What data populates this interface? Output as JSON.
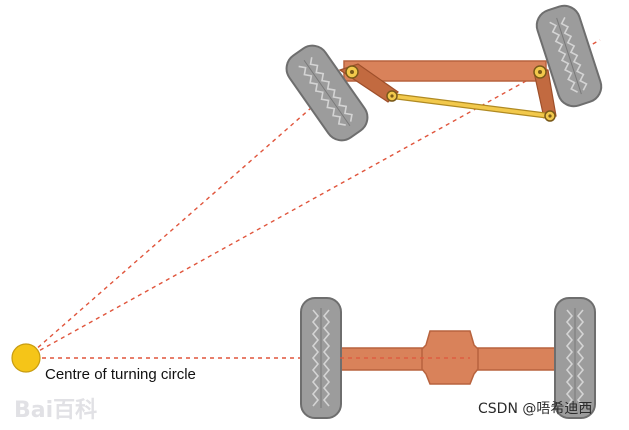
{
  "diagram": {
    "label_turning_centre": "Centre of turning circle",
    "watermark_left": "Bai百科",
    "watermark_right": "CSDN @唔希迪西"
  },
  "colors": {
    "background": "#ffffff",
    "tyre": "#9c9c9c",
    "tyre_dark": "#6e6e6e",
    "tyre_tread": "#cfcfcf",
    "axle": "#d9825a",
    "axle_dark": "#b8633e",
    "tie_rod": "#f2c94c",
    "tie_rod_dark": "#b08a22",
    "centre_point": "#f5c518",
    "guide_line": "#e0553c",
    "text": "#111111"
  },
  "icons": [
    "wheel-icon",
    "pivot-icon",
    "turning-centre-icon"
  ]
}
